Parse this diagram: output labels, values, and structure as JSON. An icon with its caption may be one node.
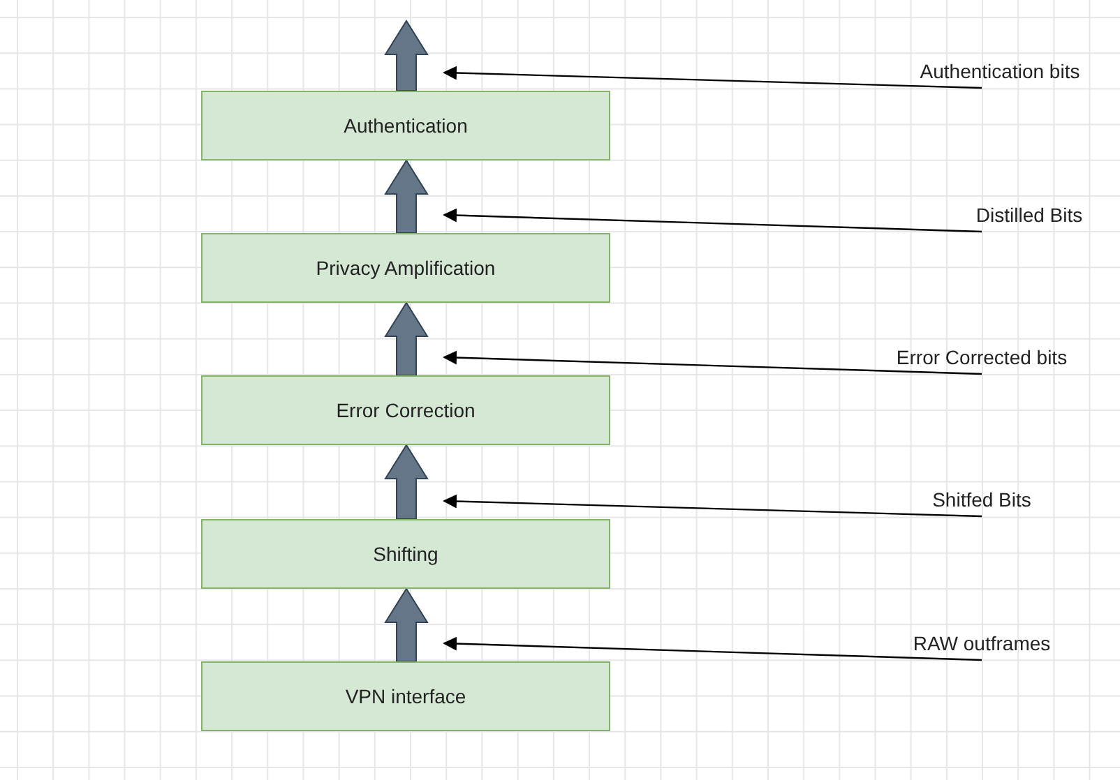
{
  "diagram": {
    "nodes": [
      {
        "text": [
          "Authentication bits"
        ]
      },
      {
        "text": [
          "Authentication"
        ]
      },
      {
        "text": [
          "Distilled Bits"
        ]
      },
      {
        "text": [
          "Privacy Amplification"
        ]
      },
      {
        "text": [
          "Error Corrected bits"
        ]
      },
      {
        "text": [
          "Error Correction"
        ]
      },
      {
        "text": [
          "Shitfed Bits"
        ]
      },
      {
        "text": [
          "Shifting"
        ]
      },
      {
        "text": [
          "RAW outframes"
        ]
      },
      {
        "text": [
          "VPN interface"
        ]
      }
    ],
    "edges": [
      {
        "from": 9,
        "to": 7,
        "arrow": "to",
        "style": "thick",
        "color": "#647687"
      },
      {
        "from": 7,
        "to": 5,
        "arrow": "to",
        "style": "thick",
        "color": "#647687"
      },
      {
        "from": 5,
        "to": 3,
        "arrow": "to",
        "style": "thick",
        "color": "#647687"
      },
      {
        "from": 3,
        "to": 1,
        "arrow": "to",
        "style": "thick",
        "color": "#647687"
      },
      {
        "from": 1,
        "to": null,
        "arrow": "to",
        "style": "thick",
        "color": "#647687"
      },
      {
        "from": 0,
        "to": 1,
        "arrow": "to",
        "color": "#000000"
      },
      {
        "from": 2,
        "to": 3,
        "arrow": "to",
        "color": "#000000"
      },
      {
        "from": 4,
        "to": 5,
        "arrow": "to",
        "color": "#000000"
      },
      {
        "from": 6,
        "to": 7,
        "arrow": "to",
        "color": "#000000"
      },
      {
        "from": 8,
        "to": 9,
        "arrow": "to",
        "color": "#000000"
      }
    ]
  }
}
